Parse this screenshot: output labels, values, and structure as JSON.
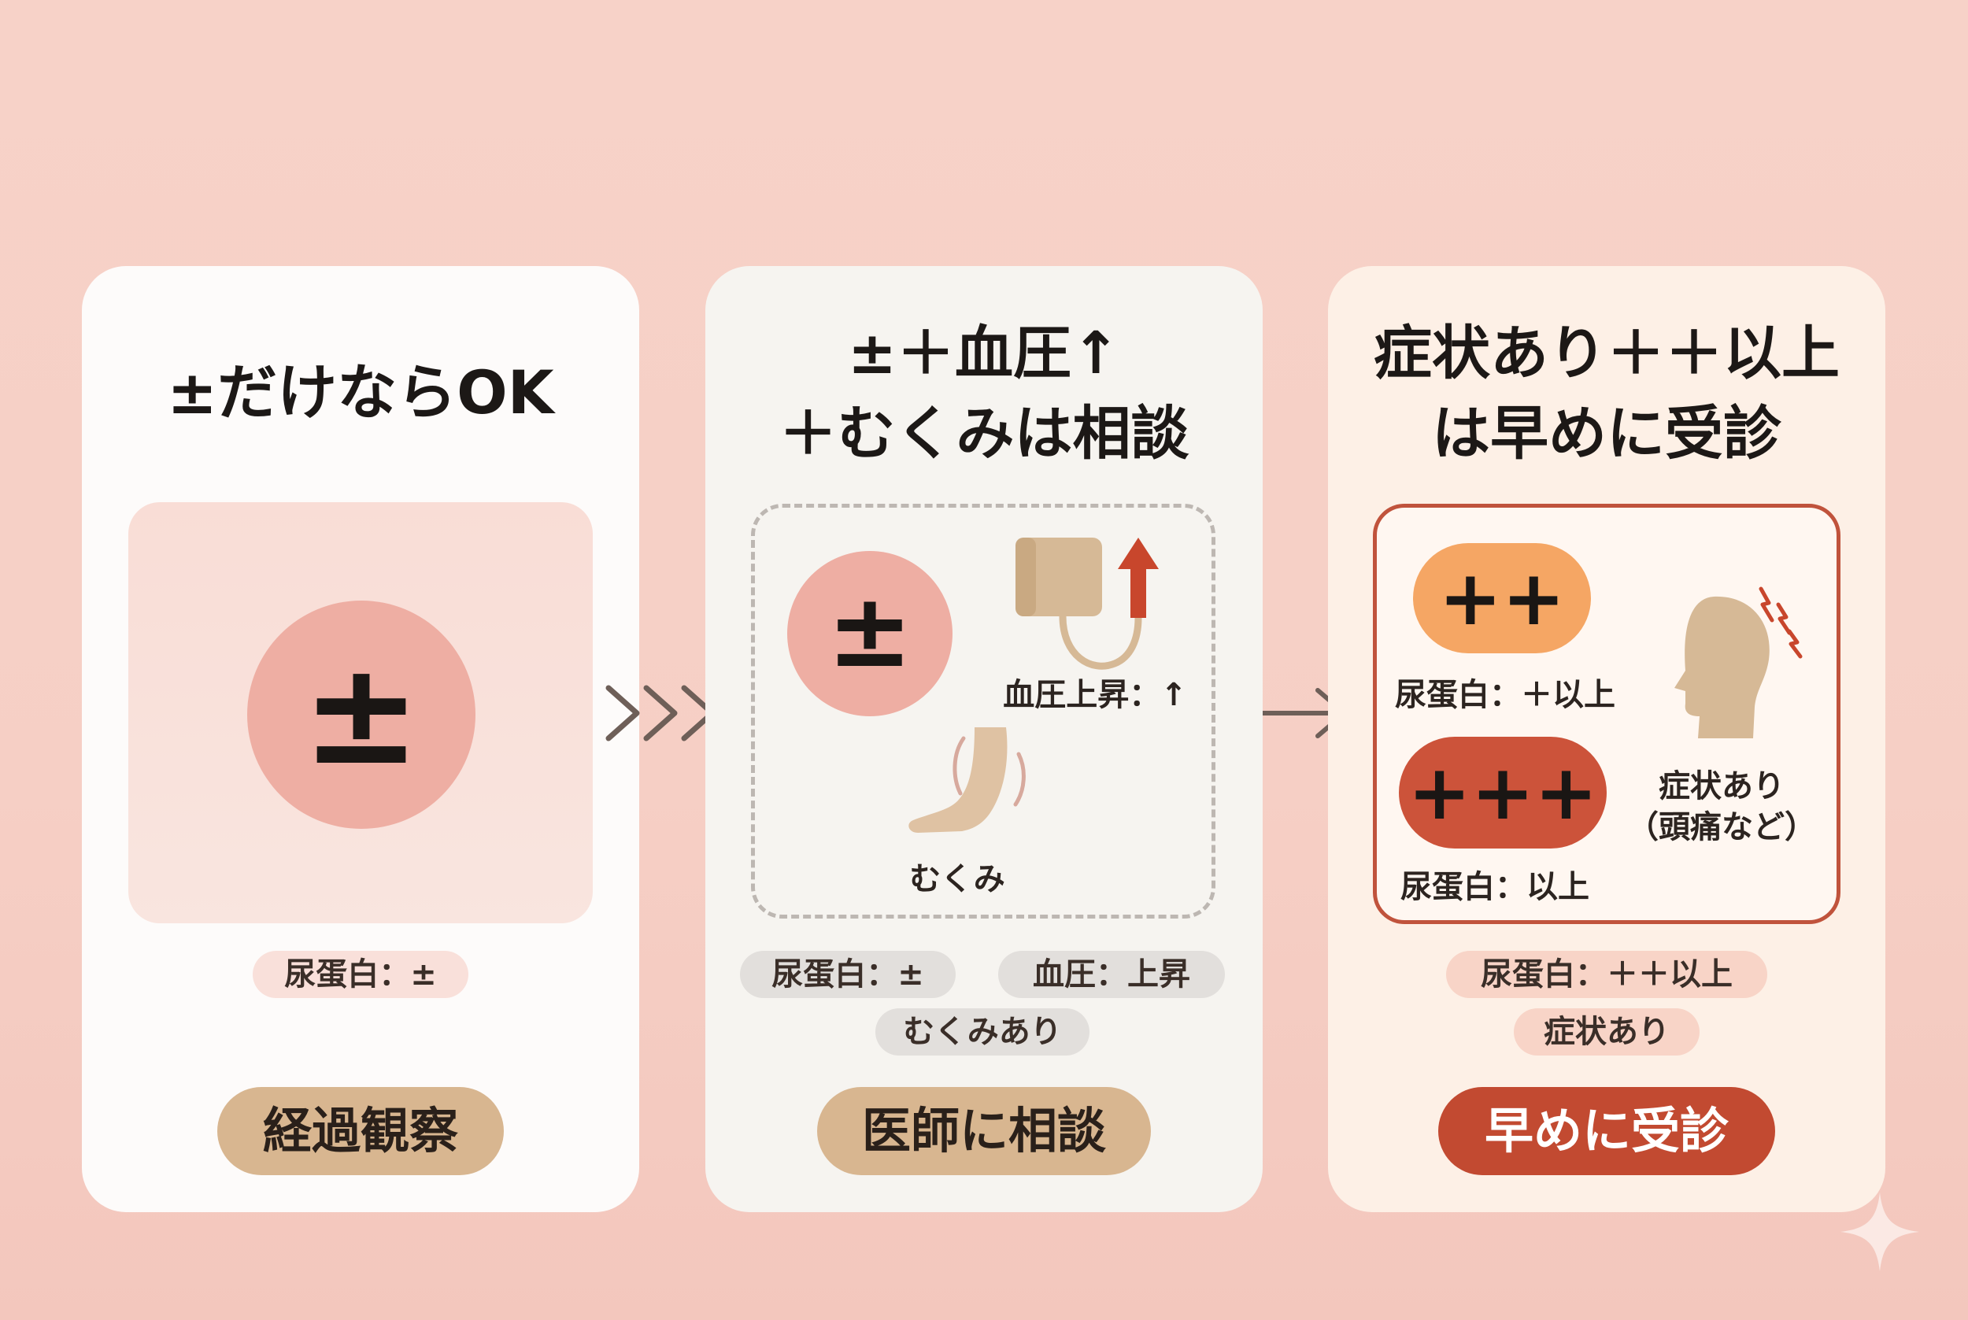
{
  "card1": {
    "title": "±だけならOK",
    "symbol": "±",
    "tag": "尿蛋白：±",
    "action": "経過観察"
  },
  "card2": {
    "title_line1": "±＋血圧↑",
    "title_line2": "＋むくみは相談",
    "symbol": "±",
    "bp_label": "血圧上昇：↑",
    "swelling_label": "むくみ",
    "tags": [
      "尿蛋白：±",
      "血圧：上昇",
      "むくみあり"
    ],
    "action": "医師に相談"
  },
  "card3": {
    "title_line1": "症状あり＋＋以上",
    "title_line2": "は早めに受診",
    "level1_symbol": "++",
    "level1_label": "尿蛋白：＋以上",
    "level2_symbol": "+++",
    "level2_label": "尿蛋白：以上",
    "symptom_line1": "症状あり",
    "symptom_line2": "（頭痛など）",
    "tags": [
      "尿蛋白：＋＋以上",
      "症状あり"
    ],
    "action": "早めに受診"
  },
  "colors": {
    "beige": "#d7b48f",
    "pink_circle": "#eeaea3",
    "orange": "#f5a664",
    "red": "#cc533a",
    "dark_red": "#b9452e"
  }
}
